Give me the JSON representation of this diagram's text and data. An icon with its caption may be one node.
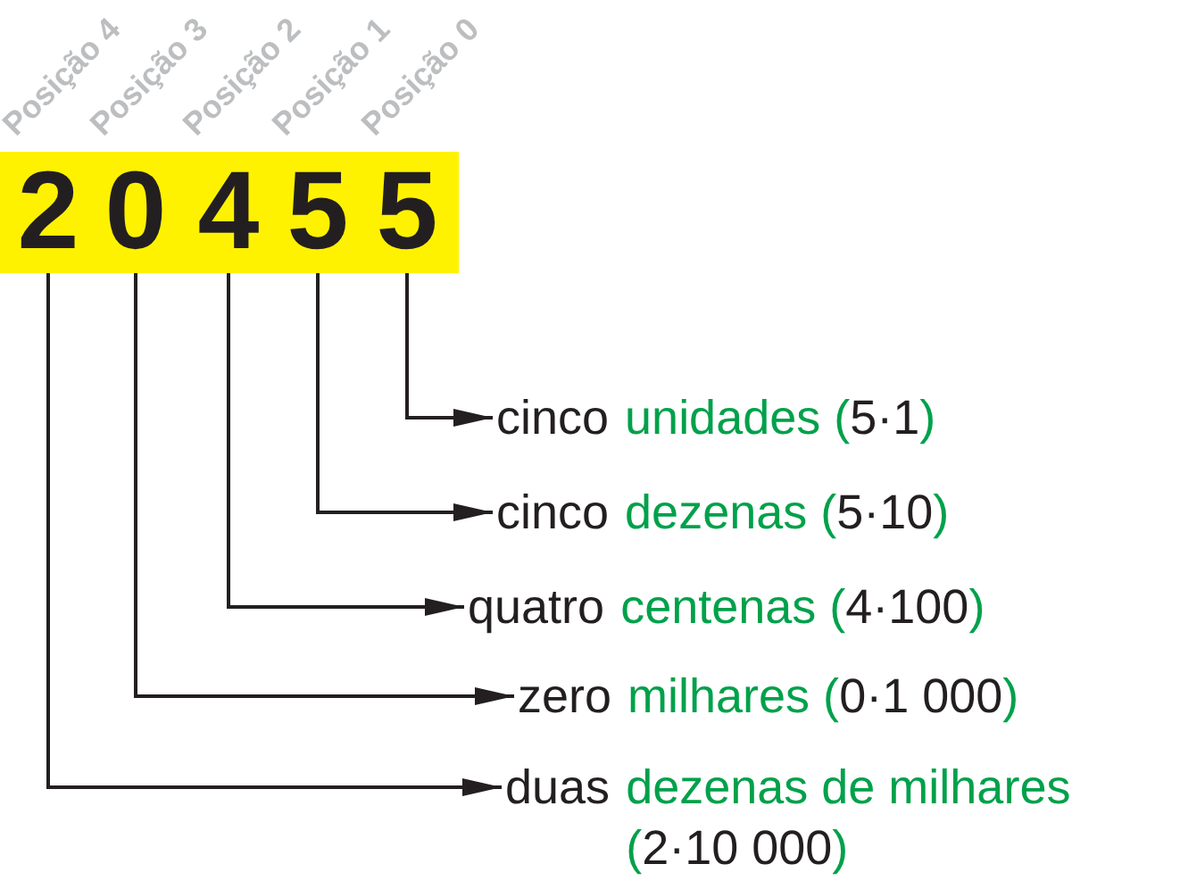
{
  "diagram": {
    "nodes": [
      {
        "text": [],
        "shape": "bar"
      },
      {
        "text": [
          "2"
        ],
        "in": 0,
        "beside": [
          "Posição 4"
        ]
      },
      {
        "text": [
          "0"
        ],
        "in": 0,
        "beside": [
          "Posição 3"
        ]
      },
      {
        "text": [
          "4"
        ],
        "in": 0,
        "beside": [
          "Posição 2"
        ]
      },
      {
        "text": [
          "5"
        ],
        "in": 0,
        "beside": [
          "Posição 1"
        ]
      },
      {
        "text": [
          "5"
        ],
        "in": 0,
        "beside": [
          "Posição 0"
        ]
      },
      {
        "text": [
          "cinco",
          "unidades (",
          "5·1",
          ")"
        ]
      },
      {
        "text": [
          "cinco",
          "dezenas (",
          "5·10",
          ")"
        ]
      },
      {
        "text": [
          "quatro",
          "centenas (",
          "4·100",
          ")"
        ]
      },
      {
        "text": [
          "zero",
          "milhares (",
          "0·1 000",
          ")"
        ]
      },
      {
        "text": [
          "duas",
          "dezenas de milhares (",
          "2·10 000",
          ")"
        ]
      }
    ],
    "edges": [
      {
        "from": 5,
        "to": 6,
        "arrow": "to"
      },
      {
        "from": 4,
        "to": 7,
        "arrow": "to"
      },
      {
        "from": 3,
        "to": 8,
        "arrow": "to"
      },
      {
        "from": 2,
        "to": 9,
        "arrow": "to"
      },
      {
        "from": 1,
        "to": 10,
        "arrow": "to"
      }
    ]
  }
}
